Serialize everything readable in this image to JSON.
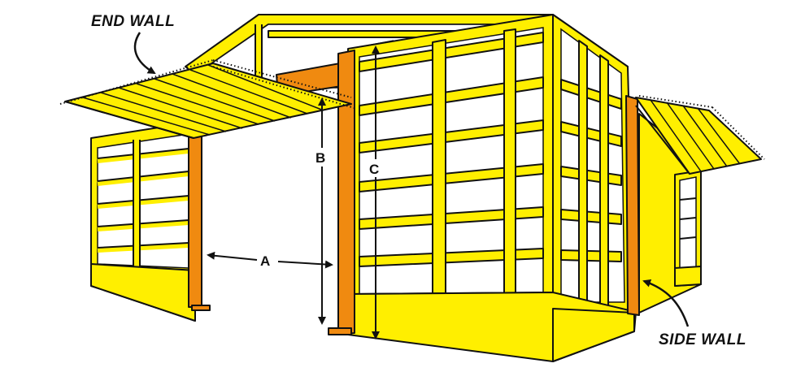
{
  "labels": {
    "end_wall": "END WALL",
    "side_wall": "SIDE WALL",
    "dim_a": "A",
    "dim_b": "B",
    "dim_c": "C"
  },
  "colors": {
    "frame": "#ffef00",
    "post": "#f08a10",
    "outline": "#111111",
    "background": "#ffffff"
  }
}
